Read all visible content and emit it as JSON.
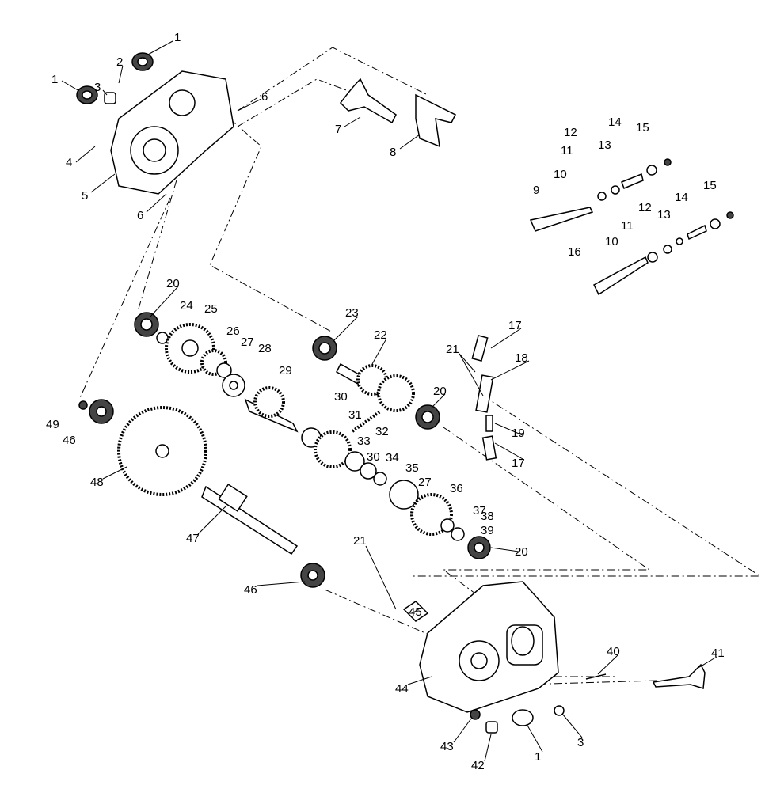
{
  "diagram": {
    "title": "Transmission exploded parts diagram",
    "callouts": [
      "1",
      "2",
      "3",
      "1",
      "6",
      "7",
      "8",
      "4",
      "5",
      "6",
      "14",
      "15",
      "12",
      "13",
      "11",
      "10",
      "9",
      "14",
      "15",
      "13",
      "12",
      "11",
      "10",
      "16",
      "20",
      "24",
      "25",
      "23",
      "22",
      "17",
      "26",
      "27",
      "28",
      "21",
      "18",
      "29",
      "20",
      "30",
      "31",
      "32",
      "19",
      "49",
      "46",
      "33",
      "30",
      "34",
      "35",
      "17",
      "27",
      "36",
      "48",
      "37",
      "38",
      "39",
      "20",
      "47",
      "21",
      "46",
      "45",
      "40",
      "41",
      "44",
      "43",
      "3",
      "42",
      "1"
    ]
  }
}
